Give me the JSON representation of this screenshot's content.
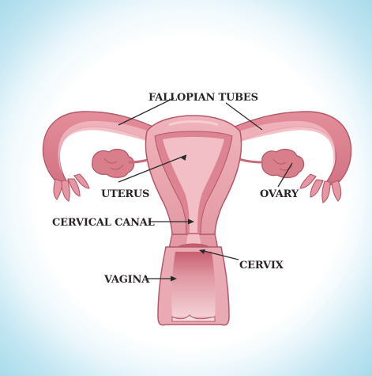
{
  "labels": {
    "fallopian_tubes": "FALLOPIAN TUBES",
    "uterus": "UTERUS",
    "ovary": "OVARY",
    "cervical_canal": "CERVICAL CANAL",
    "cervix": "CERVIX",
    "vagina": "VAGINA"
  },
  "colors": {
    "tissue_outer": "#eca7b0",
    "tissue_mid": "#dc8491",
    "tissue_inner": "#cd6f7e",
    "cavity": "#f2bfc6",
    "outline": "#b25868",
    "ovary_fill": "#d97f8c",
    "background_edge": "#a9dbeb"
  }
}
